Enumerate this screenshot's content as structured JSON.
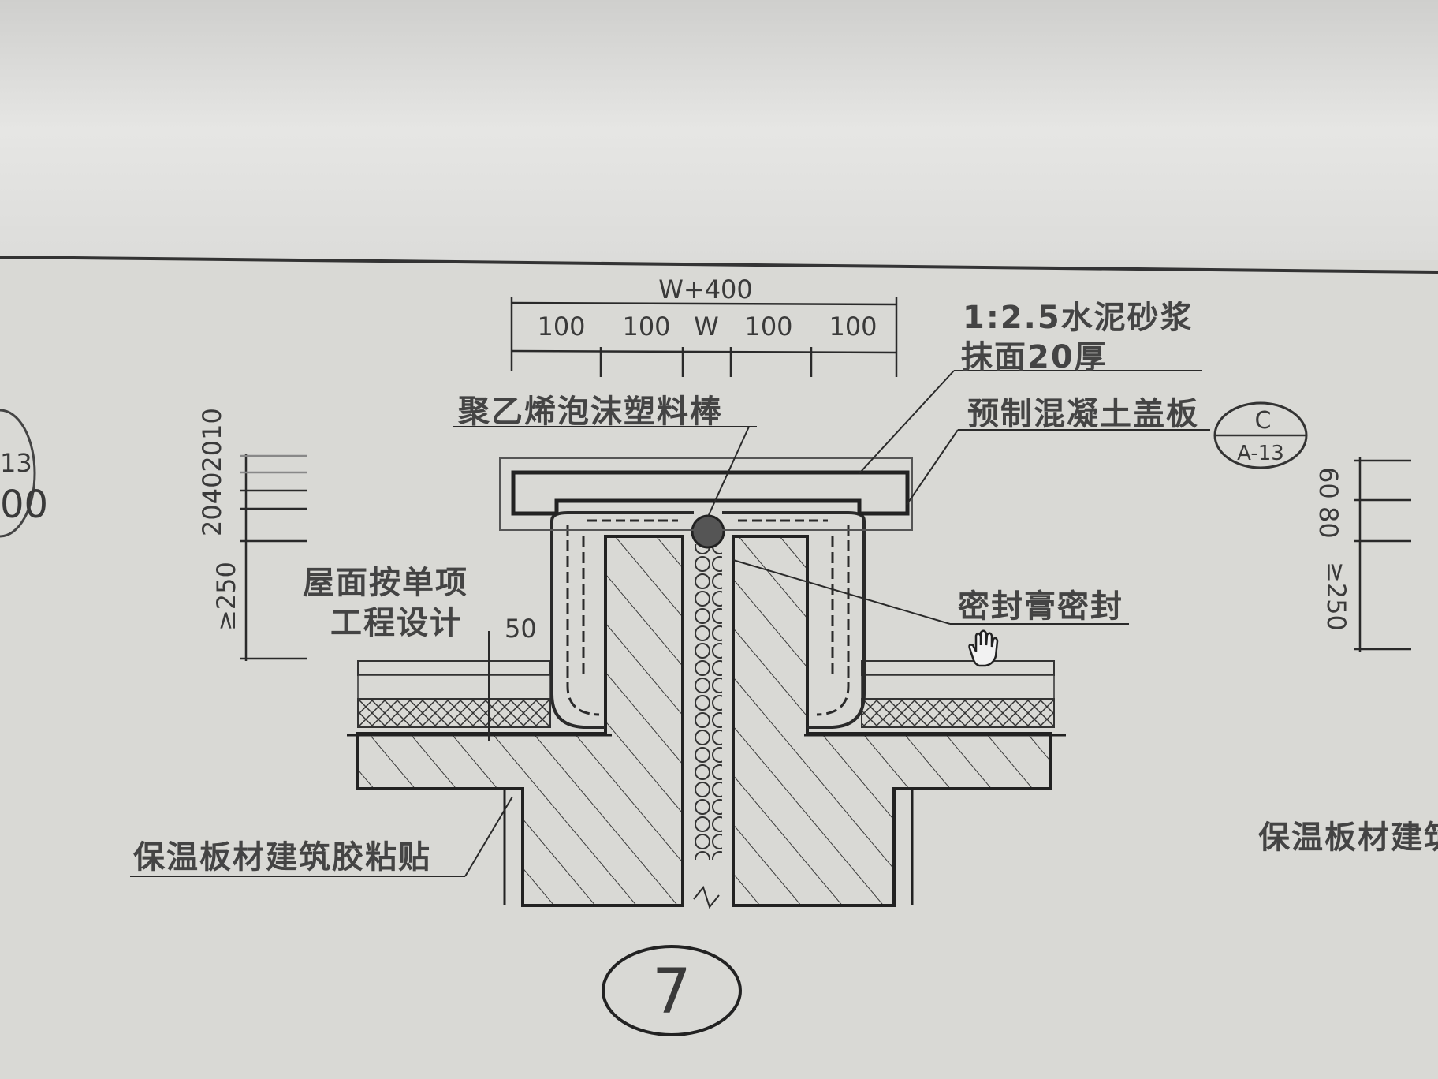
{
  "drawing": {
    "detail_number": "7",
    "dimensions_top": {
      "overall": "W+400",
      "segments": [
        "100",
        "100",
        "W",
        "100",
        "100"
      ]
    },
    "dimensions_left": {
      "stack": "20402010",
      "height": "≥250"
    },
    "dimensions_right": {
      "a": "60",
      "b": "80",
      "height": "≥250"
    },
    "labels": {
      "mortar_line1": "1:2.5水泥砂浆",
      "mortar_line2": "抹面20厚",
      "foam_rod": "聚乙烯泡沫塑料棒",
      "precast_cover": "预制混凝土盖板",
      "roof_line1": "屋面按单项",
      "roof_line2": "工程设计",
      "offset": "50",
      "sealant": "密封膏密封",
      "insulation_glue": "保温板材建筑胶粘贴",
      "insulation_glue_right": "保温板材建筑"
    },
    "reference": {
      "top": "C",
      "bottom": "A-13"
    },
    "left_edge_ref": {
      "top": "13",
      "bottom": "00"
    },
    "cursor_icon": "hand-cursor-icon",
    "colors": {
      "ink": "#2a2a2a",
      "paper": "#dcdcd8",
      "screen_top": "#e4e4e2"
    }
  }
}
